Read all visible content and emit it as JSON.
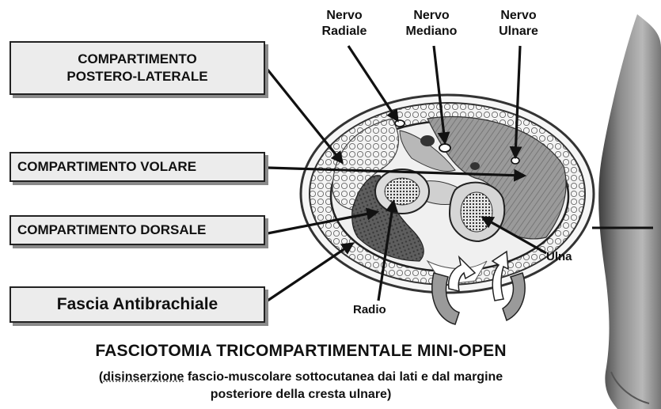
{
  "labels": {
    "compartimento_postero_laterale": [
      "COMPARTIMENTO",
      "POSTERO-LATERALE"
    ],
    "compartimento_volare": "COMPARTIMENTO VOLARE",
    "compartimento_dorsale": "COMPARTIMENTO DORSALE",
    "fascia": "Fascia Antibrachiale"
  },
  "nerves": {
    "radiale": [
      "Nervo",
      "Radiale"
    ],
    "mediano": [
      "Nervo",
      "Mediano"
    ],
    "ulnare": [
      "Nervo",
      "Ulnare"
    ]
  },
  "bones": {
    "ulna": "Ulna",
    "radio": "Radio"
  },
  "caption": {
    "title": "FASCIOTOMIA TRICOMPARTIMENTALE MINI-OPEN",
    "subtitle_open": "(",
    "subtitle_underlined": "disinserzione",
    "subtitle_line1_rest": " fascio-muscolare sottocutanea dai lati e dal margine",
    "subtitle_line2": "posteriore della cresta ulnare)"
  }
}
